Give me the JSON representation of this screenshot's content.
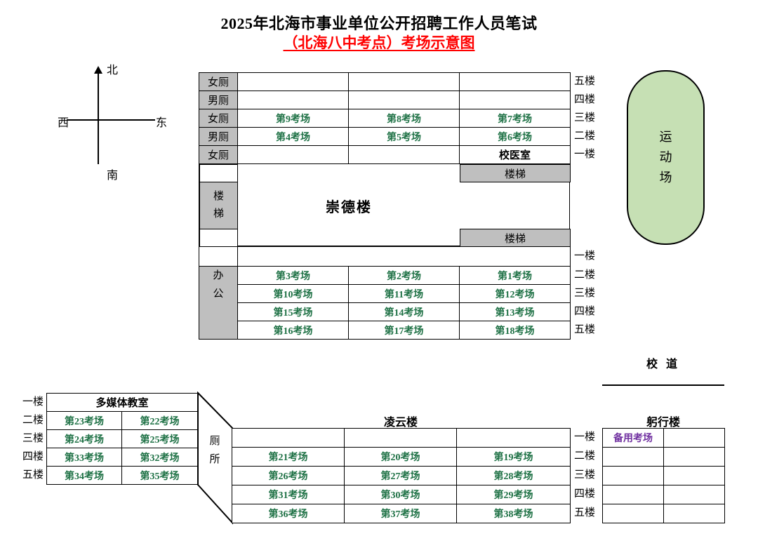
{
  "title": "2025年北海市事业单位公开招聘工作人员笔试",
  "subtitle": "（北海八中考点）考场示意图",
  "compass": {
    "north": "北",
    "south": "南",
    "east": "东",
    "west": "西"
  },
  "stairs": "楼梯",
  "stairs_chars": [
    "楼",
    "梯"
  ],
  "office_chars": [
    "办",
    "公"
  ],
  "toilet_chars": [
    "厕",
    "所"
  ],
  "sports_chars": [
    "运",
    "动",
    "场"
  ],
  "road": "校 道",
  "chongde": {
    "name": "崇德楼",
    "upper_rows": [
      {
        "side": "女厕",
        "c1": "",
        "c2": "",
        "c3": "",
        "floor": "五楼"
      },
      {
        "side": "男厕",
        "c1": "",
        "c2": "",
        "c3": "",
        "floor": "四楼"
      },
      {
        "side": "女厕",
        "c1": "第9考场",
        "c2": "第8考场",
        "c3": "第7考场",
        "floor": "三楼"
      },
      {
        "side": "男厕",
        "c1": "第4考场",
        "c2": "第5考场",
        "c3": "第6考场",
        "floor": "二楼"
      },
      {
        "side": "女厕",
        "c1": "",
        "c2": "",
        "c3": "校医室",
        "floor": "一楼"
      }
    ],
    "lower_rows": [
      {
        "c1": "",
        "c2": "",
        "c3": "",
        "floor": "一楼"
      },
      {
        "c1": "第3考场",
        "c2": "第2考场",
        "c3": "第1考场",
        "floor": "二楼"
      },
      {
        "c1": "第10考场",
        "c2": "第11考场",
        "c3": "第12考场",
        "floor": "三楼"
      },
      {
        "c1": "第15考场",
        "c2": "第14考场",
        "c3": "第13考场",
        "floor": "四楼"
      },
      {
        "c1": "第16考场",
        "c2": "第17考场",
        "c3": "第18考场",
        "floor": "五楼"
      }
    ]
  },
  "left_building": {
    "header": "多媒体教室",
    "rows": [
      {
        "floor": "一楼"
      },
      {
        "floor": "二楼",
        "c1": "第23考场",
        "c2": "第22考场"
      },
      {
        "floor": "三楼",
        "c1": "第24考场",
        "c2": "第25考场"
      },
      {
        "floor": "四楼",
        "c1": "第33考场",
        "c2": "第32考场"
      },
      {
        "floor": "五楼",
        "c1": "第34考场",
        "c2": "第35考场"
      }
    ]
  },
  "lingyun": {
    "name": "凌云楼",
    "rows": [
      {
        "c1": "",
        "c2": "",
        "c3": "",
        "floor": "一楼"
      },
      {
        "c1": "第21考场",
        "c2": "第20考场",
        "c3": "第19考场",
        "floor": "二楼"
      },
      {
        "c1": "第26考场",
        "c2": "第27考场",
        "c3": "第28考场",
        "floor": "三楼"
      },
      {
        "c1": "第31考场",
        "c2": "第30考场",
        "c3": "第29考场",
        "floor": "四楼"
      },
      {
        "c1": "第36考场",
        "c2": "第37考场",
        "c3": "第38考场",
        "floor": "五楼"
      }
    ]
  },
  "gongxing": {
    "name": "躬行楼",
    "reserve": "备用考场"
  },
  "colors": {
    "exam_green": "#1E7145",
    "reserve_purple": "#7030A0",
    "gray": "#BFBFBF",
    "field_green": "#C6E0B4",
    "title_red": "#FF0000"
  }
}
